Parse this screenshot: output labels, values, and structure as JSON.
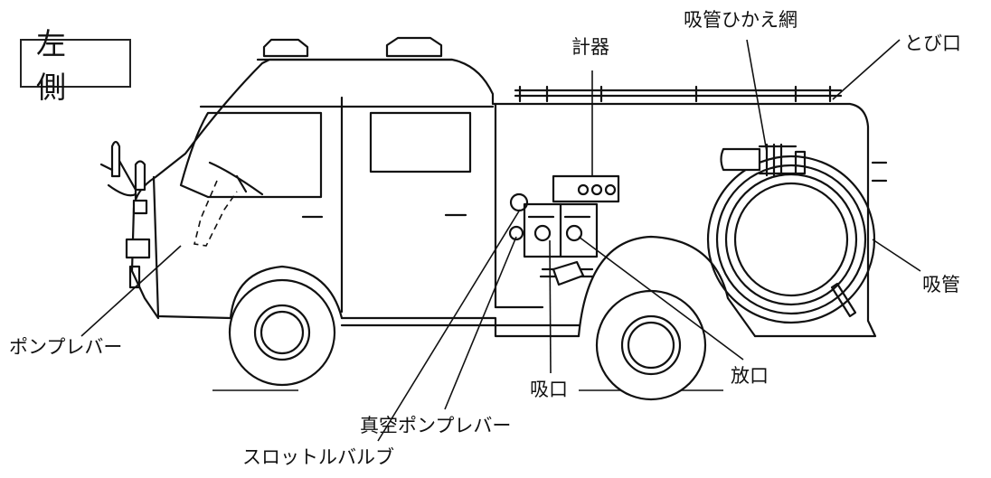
{
  "title": {
    "side": "左 側"
  },
  "labels": {
    "meter": "計器",
    "intake_net": "吸管ひかえ網",
    "nozzle_port": "とび口",
    "suction_pipe": "吸管",
    "discharge": "放口",
    "intake": "吸口",
    "vacuum_lever": "真空ポンプレバー",
    "throttle": "スロットルバルブ",
    "pump_lever": "ポンプレバー"
  },
  "colors": {
    "line": "#111111",
    "background": "#ffffff"
  }
}
